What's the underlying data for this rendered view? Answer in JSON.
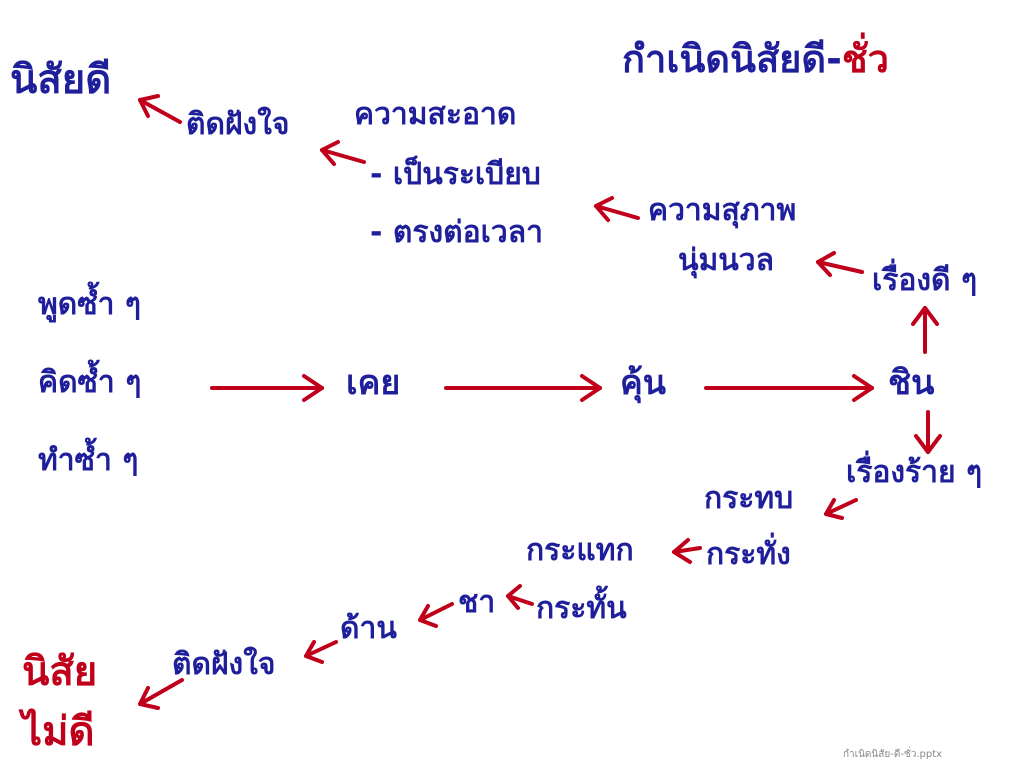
{
  "title": {
    "main": "กำเนิดนิสัยดี-",
    "accent": "ชั่ว"
  },
  "good_branch": {
    "result": "นิสัยดี",
    "embed": "ติดฝังใจ",
    "cleanliness": "ความสะอาด",
    "orderly": "- เป็นระเบียบ",
    "punctual": "- ตรงต่อเวลา",
    "polite": "ความสุภาพ",
    "gentle": "นุ่มนวล",
    "good_things": "เรื่องดี ๆ"
  },
  "repetition": {
    "speak": "พูดซ้ำ ๆ",
    "think": "คิดซ้ำ ๆ",
    "do": "ทำซ้ำ ๆ"
  },
  "flow": {
    "used_to": "เคย",
    "familiar": "คุ้น",
    "accustomed": "ชิน"
  },
  "bad_branch": {
    "bad_things": "เรื่องร้าย ๆ",
    "bump": "กระทบ",
    "thud": "กระทั่ง",
    "poke": "กระแทก",
    "yank": "กระทั้น",
    "numb": "ชา",
    "callous": "ด้าน",
    "embed": "ติดฝังใจ",
    "result_line1": "นิสัย",
    "result_line2": "ไม่ดี"
  },
  "footer": "กำเนิดนิสัย-ดี-ชั่ว.pptx",
  "colors": {
    "text": "#1f1f9c",
    "accent": "#c0001a",
    "background": "#ffffff"
  }
}
